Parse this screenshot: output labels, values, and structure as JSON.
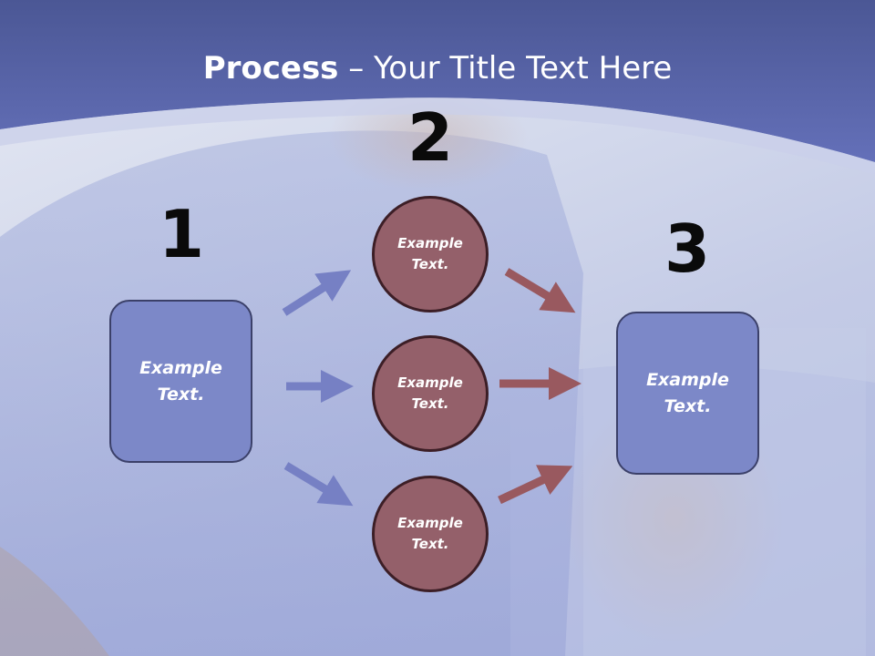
{
  "title": {
    "bold": "Process",
    "rest": " – Your Title Text Here"
  },
  "steps": [
    {
      "number": "1",
      "label_line1": "Example",
      "label_line2": "Text."
    },
    {
      "number": "2",
      "label_line1": "Example",
      "label_line2": "Text."
    },
    {
      "number": "3",
      "label_line1": "Example",
      "label_line2": "Text."
    }
  ],
  "circles": [
    {
      "line1": "Example",
      "line2": "Text."
    },
    {
      "line1": "Example",
      "line2": "Text."
    },
    {
      "line1": "Example",
      "line2": "Text."
    }
  ],
  "colors": {
    "header": "#5c68b4",
    "box": "#7c88c8",
    "circle": "#94606a",
    "arrow_blue": "#7680c4",
    "arrow_red": "#99595f"
  }
}
